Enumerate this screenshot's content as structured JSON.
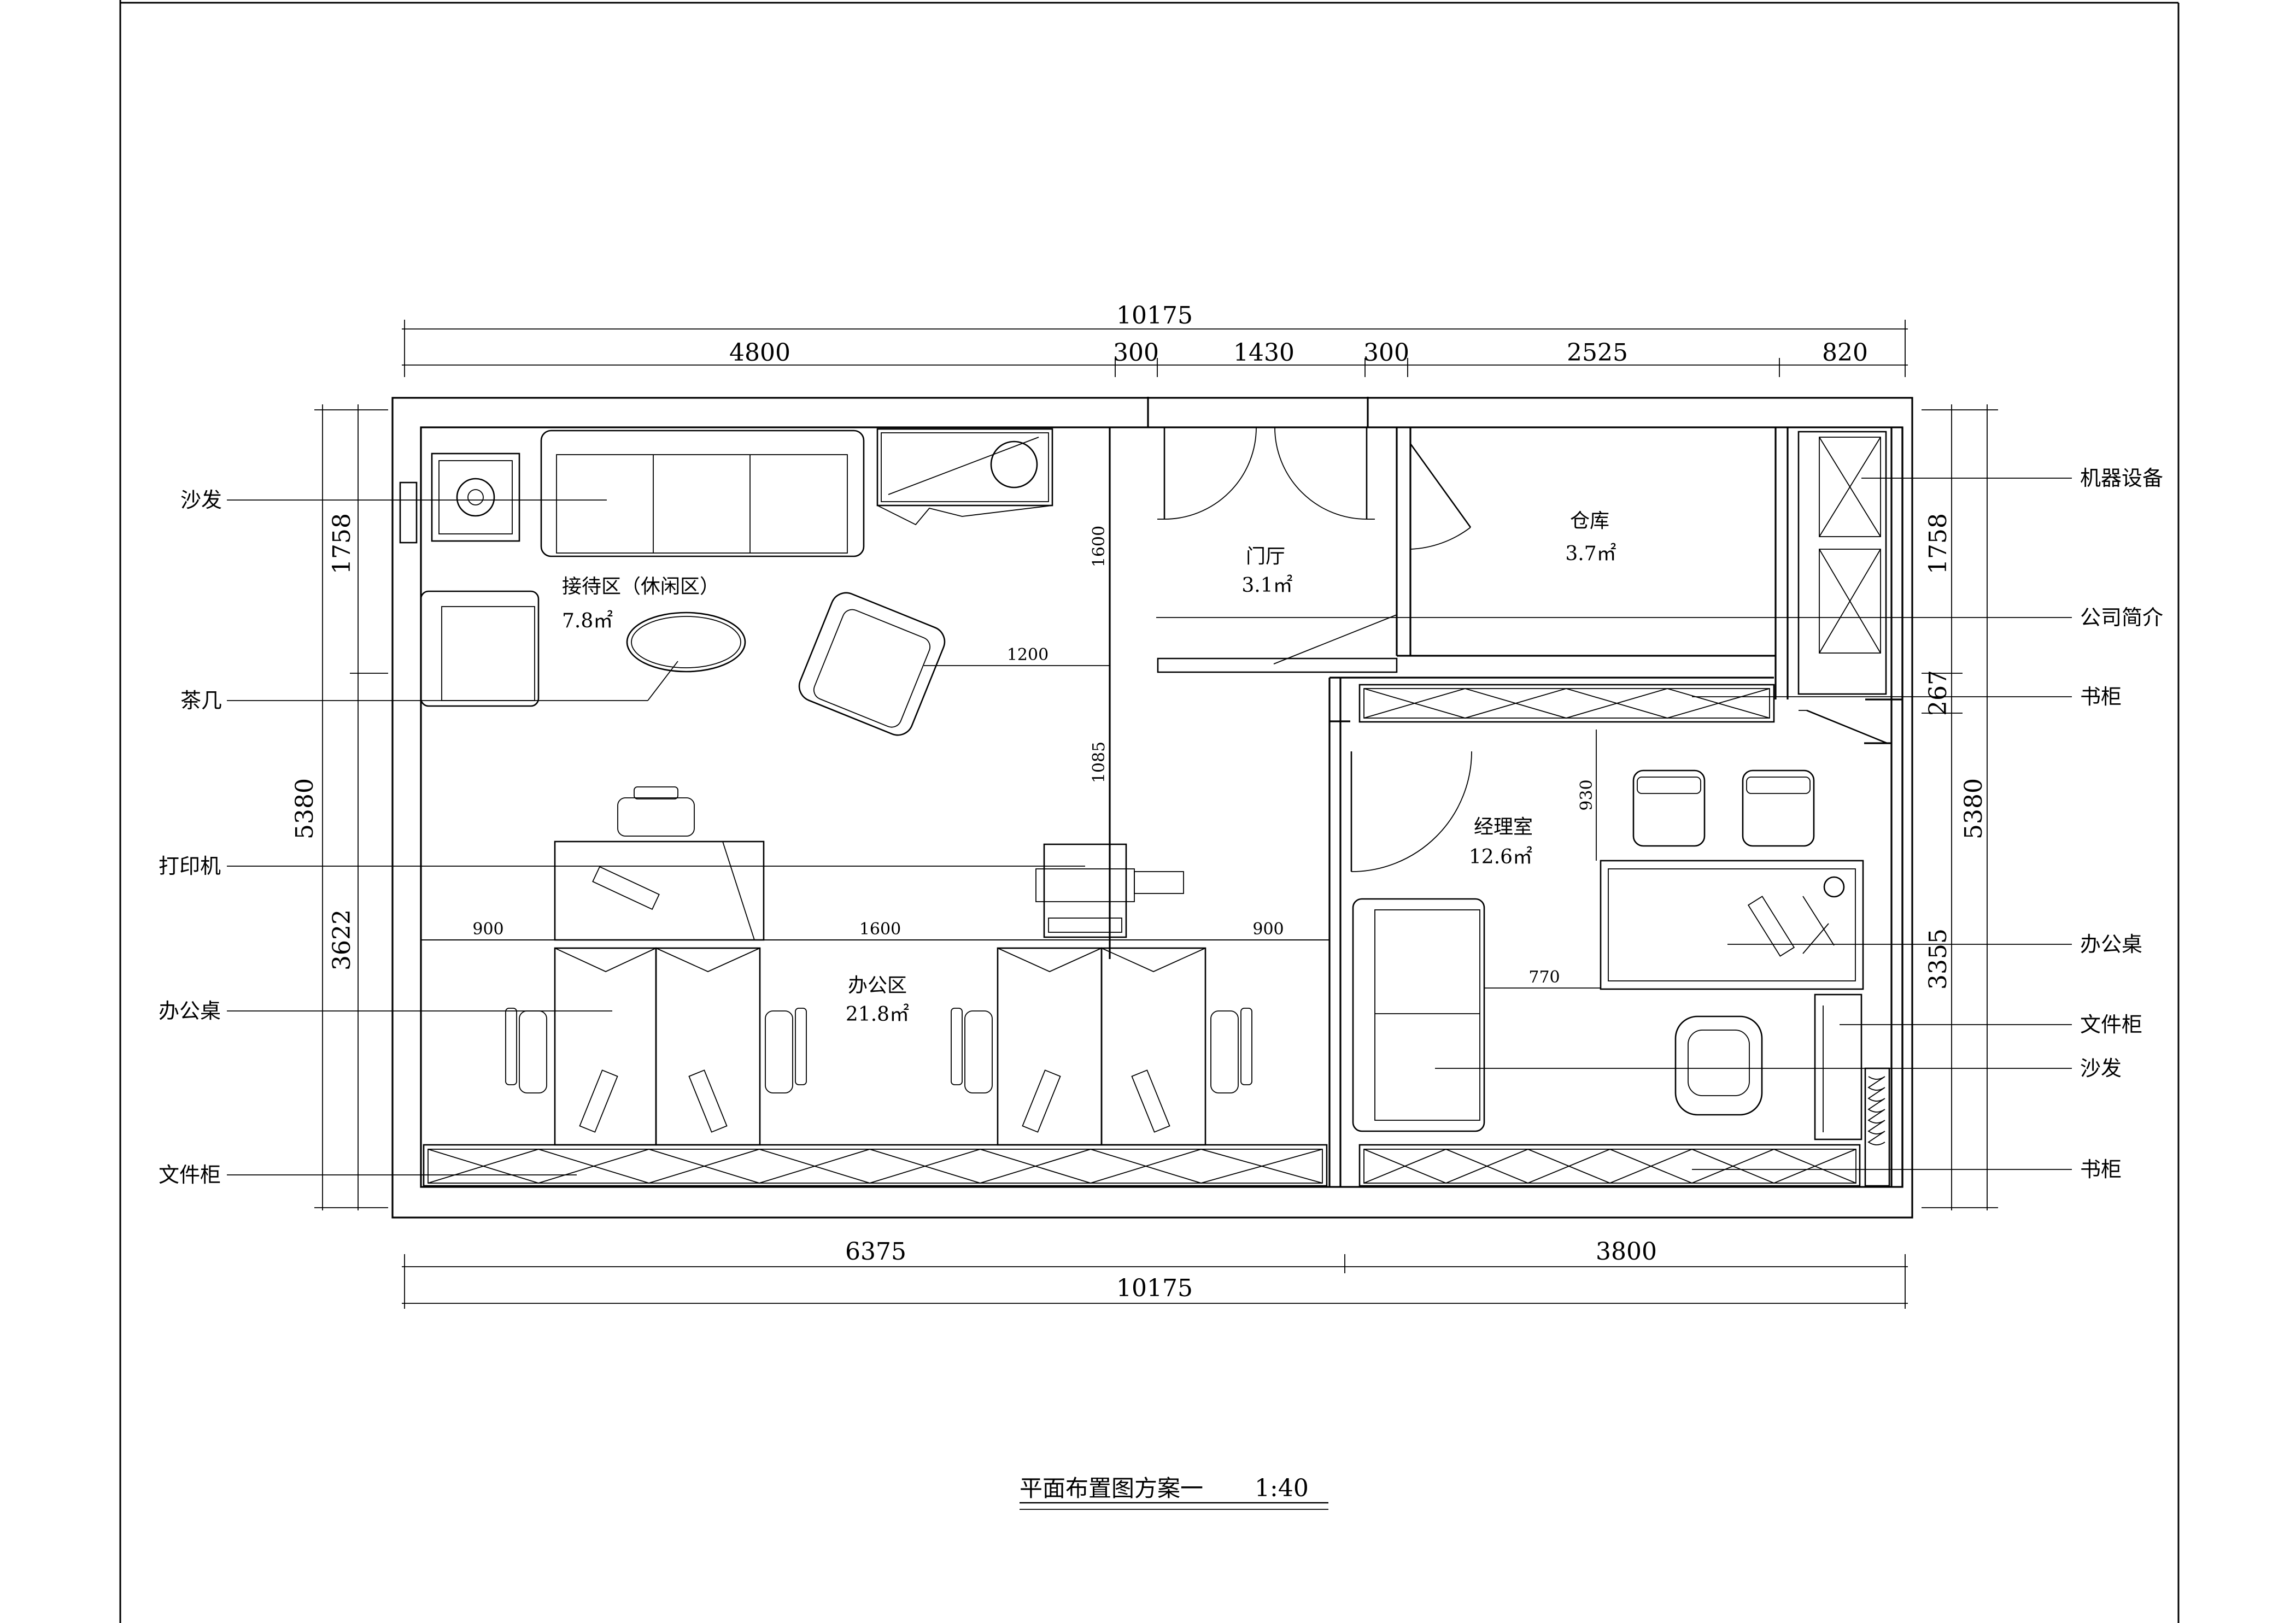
{
  "drawing": {
    "title": "平面布置图方案一",
    "scale": "1:40"
  },
  "rooms": {
    "reception": {
      "name": "接待区（休闲区）",
      "area": "7.8㎡"
    },
    "foyer": {
      "name": "门厅",
      "area": "3.1㎡"
    },
    "storage": {
      "name": "仓库",
      "area": "3.7㎡"
    },
    "manager": {
      "name": "经理室",
      "area": "12.6㎡"
    },
    "office": {
      "name": "办公区",
      "area": "21.8㎡"
    }
  },
  "dimensions": {
    "top_total": "10175",
    "top_segments": [
      "4800",
      "300",
      "1430",
      "300",
      "2525",
      "820"
    ],
    "bottom_segments": [
      "6375",
      "3800"
    ],
    "bottom_total": "10175",
    "left_total": "5380",
    "left_segments": [
      "1758",
      "3622"
    ],
    "right_total": "5380",
    "right_segments": [
      "1758",
      "267",
      "3355"
    ],
    "inner": {
      "d1600_vertical": "1600",
      "d1200": "1200",
      "d1085": "1085",
      "d930": "930",
      "d770": "770",
      "row_900_left": "900",
      "row_1600": "1600",
      "row_900_right": "900"
    }
  },
  "labels_left": [
    "沙发",
    "茶几",
    "打印机",
    "办公桌",
    "文件柜"
  ],
  "labels_right": [
    "机器设备",
    "公司简介",
    "书柜",
    "办公桌",
    "文件柜",
    "沙发",
    "书柜"
  ]
}
